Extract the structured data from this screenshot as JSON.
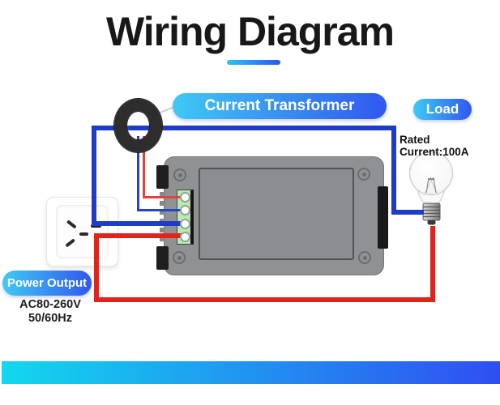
{
  "page": {
    "title": "Wiring Diagram"
  },
  "labels": {
    "current_transformer": "Current Transformer",
    "load": "Load",
    "power_output": "Power Output"
  },
  "annotations": {
    "rated_current": "Rated Current:100A",
    "power_spec": [
      "AC80-260V",
      "50/60Hz"
    ]
  },
  "components": {
    "ring": "current-transformer-ring",
    "meter": "power-meter-module",
    "outlet": "wall-socket",
    "bulb": "light-bulb-load",
    "terminals": 4
  },
  "colors": {
    "wire_blue": "#1d3cc8",
    "wire_red": "#e0241c",
    "pill_gradient_start": "#40c9f4",
    "pill_gradient_end": "#3157ef",
    "underline_gradient_start": "#25c7f0",
    "underline_gradient_end": "#2e55f0",
    "bottom_bar_start": "#12d8ee",
    "bottom_bar_end": "#2f4ef2",
    "device_body": "#8f9193",
    "terminal_block": "#b9e9b1"
  }
}
